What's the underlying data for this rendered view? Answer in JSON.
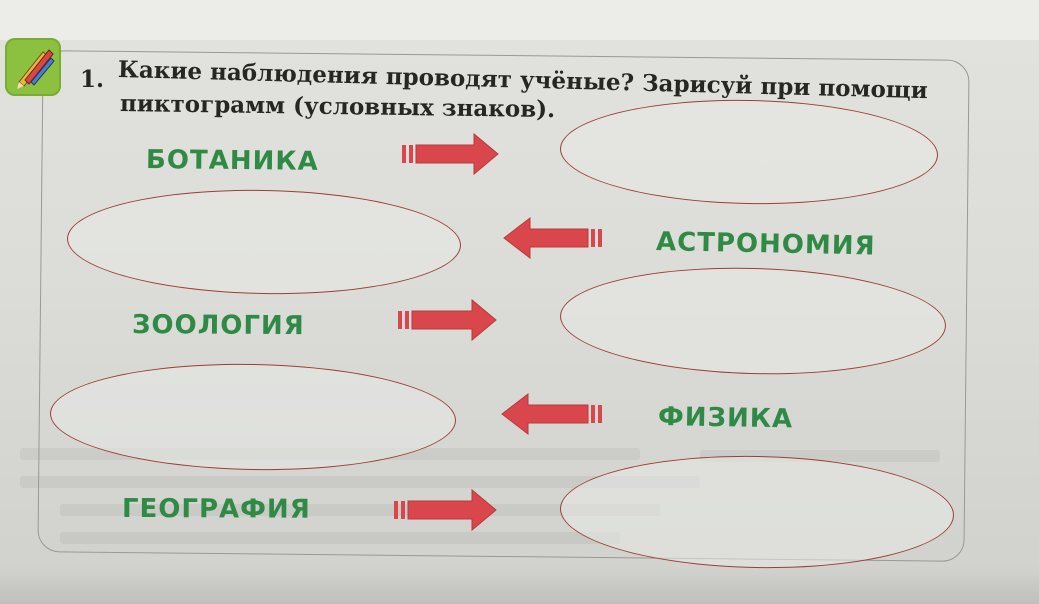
{
  "task": {
    "number": "1.",
    "line1": "Какие наблюдения проводят учёные? Зарисуй при помощи",
    "line2": "пиктограмм (условных знаков)."
  },
  "subjects": [
    {
      "label": "БОТАНИКА",
      "arrow_direction": "right"
    },
    {
      "label": "АСТРОНОМИЯ",
      "arrow_direction": "left"
    },
    {
      "label": "ЗООЛОГИЯ",
      "arrow_direction": "right"
    },
    {
      "label": "ФИЗИКА",
      "arrow_direction": "left"
    },
    {
      "label": "ГЕОГРАФИЯ",
      "arrow_direction": "right"
    }
  ],
  "colors": {
    "subject_text": "#2f8a45",
    "arrow": "#d9474c",
    "oval_border": "#9c3f36",
    "icon_bg": "#8cc03f"
  },
  "icons": {
    "task": "pencil-task-icon"
  }
}
